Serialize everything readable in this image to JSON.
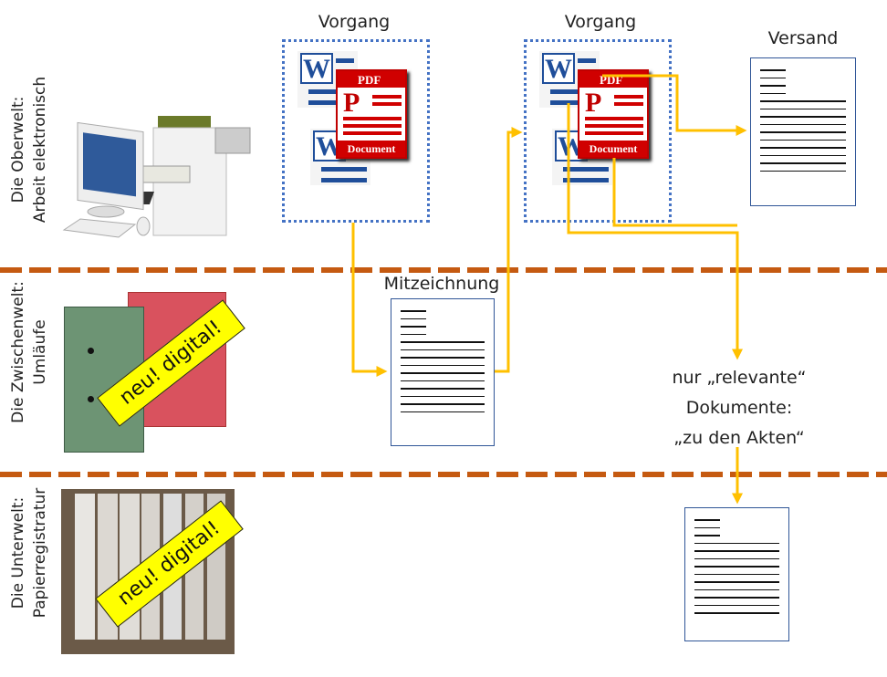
{
  "layers": [
    {
      "line1": "Die Oberwelt:",
      "line2": "Arbeit elektronisch"
    },
    {
      "line1": "Die Zwischenwelt:",
      "line2": "Umläufe"
    },
    {
      "line1": "Die Unterwelt:",
      "line2": "Papierregistratur"
    }
  ],
  "banner_text": "neu! digital!",
  "vorgang1": {
    "title": "Vorgang"
  },
  "vorgang2": {
    "title": "Vorgang"
  },
  "versand": {
    "title": "Versand"
  },
  "mitzeichnung": {
    "title": "Mitzeichnung"
  },
  "relevant_note": {
    "line1": "nur „relevante“",
    "line2": "Dokumente:",
    "line3": "„zu den Akten“"
  },
  "icons": {
    "word_letter": "W",
    "pdf_header": "PDF",
    "pdf_letter": "P",
    "pdf_footer": "Document"
  },
  "colors": {
    "separator": "#C55A11",
    "arrow": "#FFC000",
    "box_border": "#4472C4",
    "banner": "#FFFF00"
  }
}
